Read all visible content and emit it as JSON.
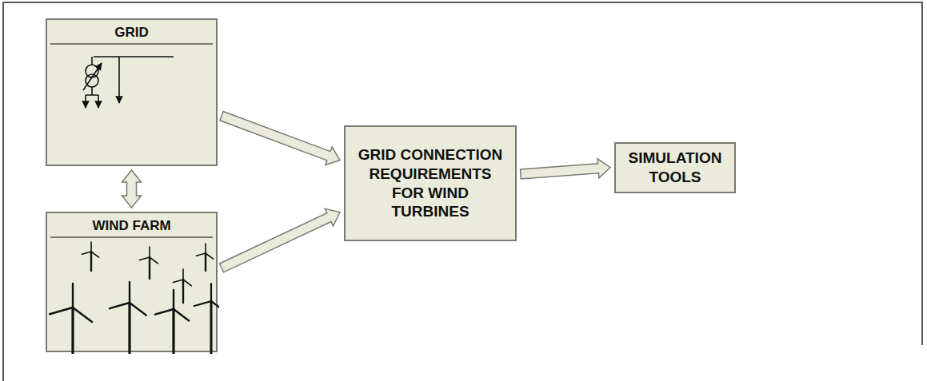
{
  "diagram": {
    "nodes": [
      {
        "text": [
          "GRID"
        ]
      },
      {
        "text": [
          "WIND FARM"
        ]
      },
      {
        "text": [
          "GRID CONNECTION REQUIREMENTS FOR WIND TURBINES"
        ]
      },
      {
        "text": [
          "SIMULATION TOOLS"
        ]
      }
    ],
    "edges": [
      {
        "from": 0,
        "to": 1,
        "arrow": "both"
      },
      {
        "from": 0,
        "to": 2,
        "arrow": "to"
      },
      {
        "from": 1,
        "to": 2,
        "arrow": "to"
      },
      {
        "from": 2,
        "to": 3,
        "arrow": "to"
      }
    ]
  }
}
